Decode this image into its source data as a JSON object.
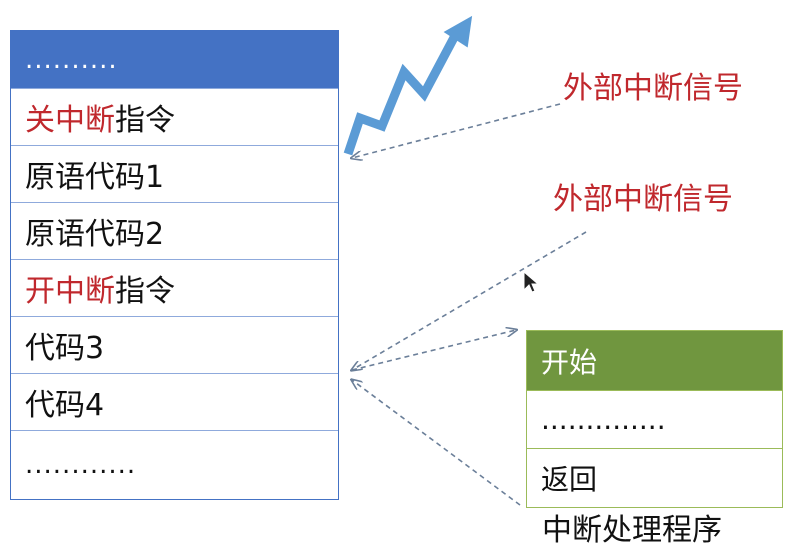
{
  "program": {
    "rows": [
      {
        "kind": "head",
        "text": ".........."
      },
      {
        "kind": "row",
        "red": "关中断",
        "rest": "指令"
      },
      {
        "kind": "row",
        "red": "",
        "rest": "原语代码1"
      },
      {
        "kind": "row",
        "red": "",
        "rest": "原语代码2"
      },
      {
        "kind": "row",
        "red": "开中断",
        "rest": "指令"
      },
      {
        "kind": "row",
        "red": "",
        "rest": "代码3"
      },
      {
        "kind": "row",
        "red": "",
        "rest": "代码4"
      },
      {
        "kind": "tail",
        "text": "............"
      }
    ]
  },
  "signals": {
    "external_1": "外部中断信号",
    "external_2": "外部中断信号"
  },
  "handler": {
    "rows": [
      "开始",
      "..............",
      "返回"
    ],
    "caption": "中断处理程序"
  },
  "colors": {
    "program_header": "#4472c4",
    "program_border": "#8faadc",
    "handler_header": "#70963f",
    "handler_border": "#9bbb59",
    "accent_red": "#c0282d",
    "arrow_dashed": "#6b7f99",
    "zigzag": "#5b9bd5"
  },
  "icons": {
    "zigzag": "zigzag-arrow-icon",
    "cursor": "mouse-pointer-icon"
  }
}
